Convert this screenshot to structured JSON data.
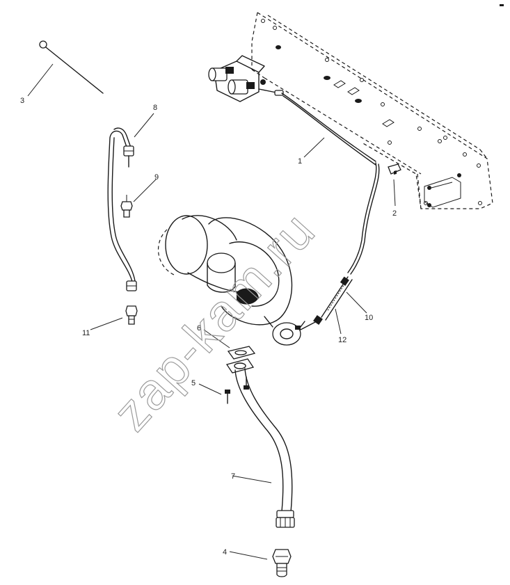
{
  "watermark": "zap-kam.ru",
  "callouts": [
    {
      "id": "1",
      "label": "1"
    },
    {
      "id": "2",
      "label": "2"
    },
    {
      "id": "3",
      "label": "3"
    },
    {
      "id": "4",
      "label": "4"
    },
    {
      "id": "5",
      "label": "5"
    },
    {
      "id": "6",
      "label": "6"
    },
    {
      "id": "7",
      "label": "7"
    },
    {
      "id": "8",
      "label": "8"
    },
    {
      "id": "9",
      "label": "9"
    },
    {
      "id": "10",
      "label": "10"
    },
    {
      "id": "11",
      "label": "11"
    },
    {
      "id": "12",
      "label": "12"
    }
  ]
}
